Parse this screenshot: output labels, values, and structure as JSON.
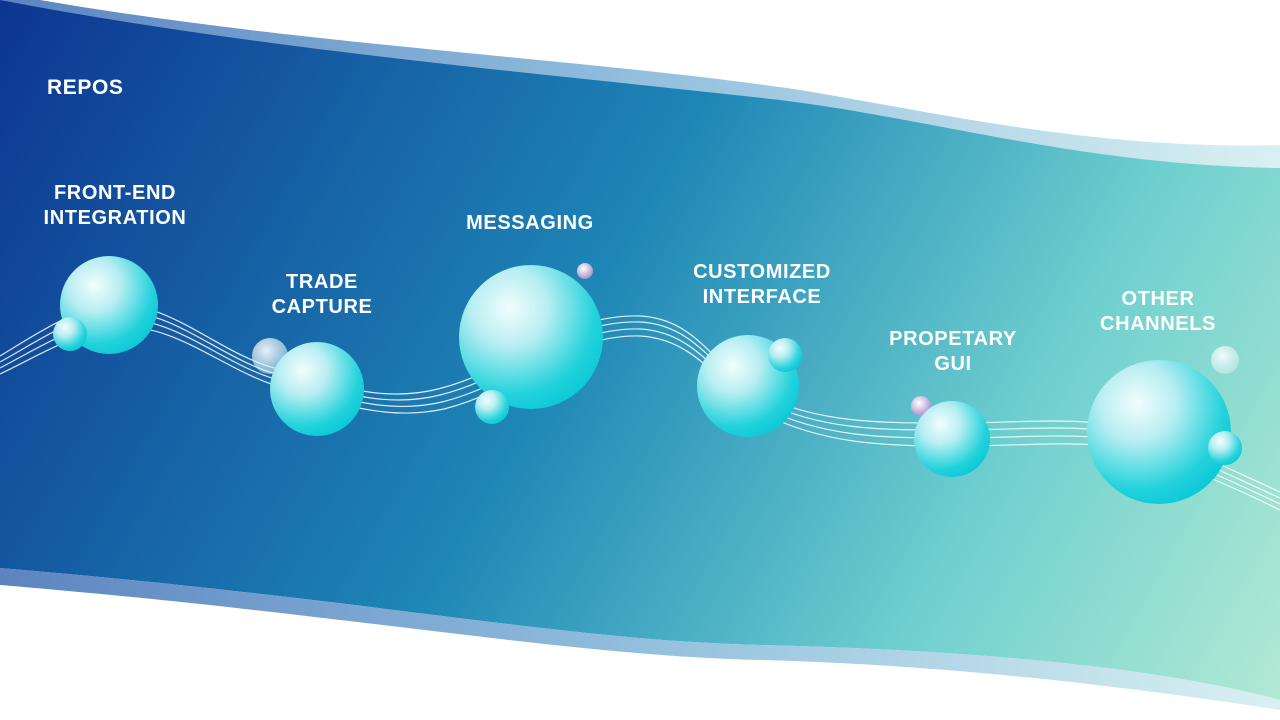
{
  "slide": {
    "title": "REPOS"
  },
  "stages": [
    {
      "line1": "FRONT-END",
      "line2": "INTEGRATION"
    },
    {
      "line1": "TRADE",
      "line2": "CAPTURE"
    },
    {
      "line1": "MESSAGING",
      "line2": ""
    },
    {
      "line1": "CUSTOMIZED",
      "line2": "INTERFACE"
    },
    {
      "line1": "PROPETARY",
      "line2": "GUI"
    },
    {
      "line1": "OTHER",
      "line2": "CHANNELS"
    }
  ],
  "colors": {
    "band_start": "#0d3591",
    "band_mid": "#1e86b6",
    "band_end": "#b4ead4",
    "sphere_light": "#eefbfc",
    "sphere_dark": "#0ccfda"
  }
}
